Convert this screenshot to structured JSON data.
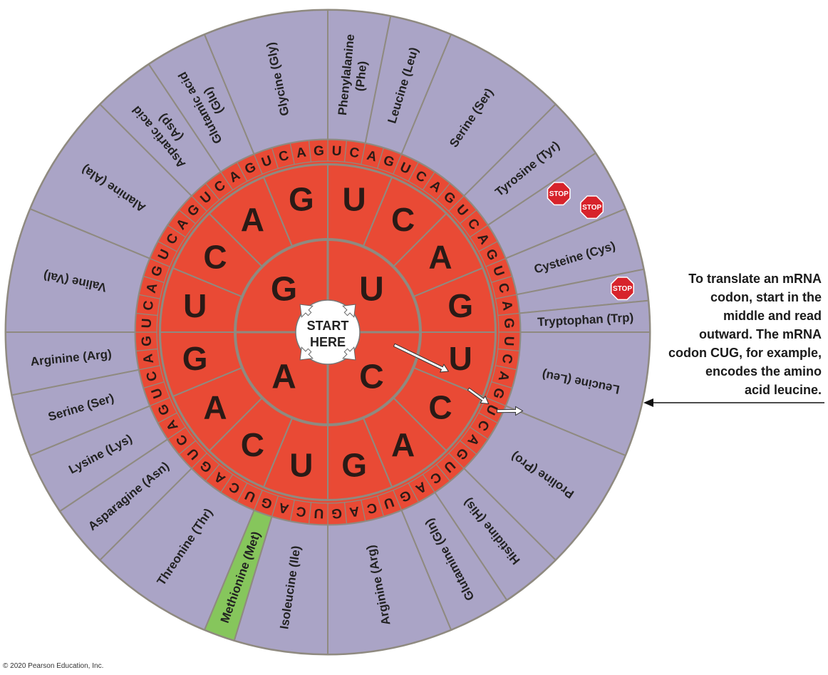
{
  "colors": {
    "outer_ring": "#aaa4c6",
    "ring_border": "#8f8a80",
    "inner_red": "#e94a35",
    "start_codon": "#86c65c",
    "stop_sign": "#d7232b",
    "arrow": "#ffffff"
  },
  "center": {
    "line1": "START",
    "line2": "HERE"
  },
  "first_base": [
    "U",
    "C",
    "A",
    "G"
  ],
  "second_base": [
    "U",
    "C",
    "A",
    "G"
  ],
  "third_base": [
    "U",
    "C",
    "A",
    "G"
  ],
  "amino_acids": [
    {
      "label": "Phenylalanine (Phe)",
      "lines": [
        "Phenylalanine",
        "(Phe)"
      ],
      "codons": 2
    },
    {
      "label": "Leucine (Leu)",
      "lines": [
        "Leucine (Leu)"
      ],
      "codons": 2
    },
    {
      "label": "Serine (Ser)",
      "lines": [
        "Serine (Ser)"
      ],
      "codons": 4
    },
    {
      "label": "Tyrosine (Tyr)",
      "lines": [
        "Tyrosine (Tyr)"
      ],
      "codons": 2
    },
    {
      "label": "Stop",
      "lines": [],
      "codons": 2,
      "stop": true
    },
    {
      "label": "Cysteine (Cys)",
      "lines": [
        "Cysteine (Cys)"
      ],
      "codons": 2
    },
    {
      "label": "Stop",
      "lines": [],
      "codons": 1,
      "stop": true
    },
    {
      "label": "Tryptophan (Trp)",
      "lines": [
        "Tryptophan (Trp)"
      ],
      "codons": 1
    },
    {
      "label": "Leucine (Leu)",
      "lines": [
        "Leucine (Leu)"
      ],
      "codons": 4
    },
    {
      "label": "Proline (Pro)",
      "lines": [
        "Proline (Pro)"
      ],
      "codons": 4
    },
    {
      "label": "Histidine (His)",
      "lines": [
        "Histidine (His)"
      ],
      "codons": 2
    },
    {
      "label": "Glutamine (Gln)",
      "lines": [
        "Glutamine (Gln)"
      ],
      "codons": 2
    },
    {
      "label": "Arginine (Arg)",
      "lines": [
        "Arginine (Arg)"
      ],
      "codons": 4
    },
    {
      "label": "Isoleucine (Ile)",
      "lines": [
        "Isoleucine (Ile)"
      ],
      "codons": 3
    },
    {
      "label": "Methionine (Met)",
      "lines": [
        "Methionine (Met)"
      ],
      "codons": 1,
      "start": true
    },
    {
      "label": "Threonine (Thr)",
      "lines": [
        "Threonine (Thr)"
      ],
      "codons": 4
    },
    {
      "label": "Asparagine (Asn)",
      "lines": [
        "Asparagine (Asn)"
      ],
      "codons": 2
    },
    {
      "label": "Lysine (Lys)",
      "lines": [
        "Lysine (Lys)"
      ],
      "codons": 2
    },
    {
      "label": "Serine (Ser)",
      "lines": [
        "Serine (Ser)"
      ],
      "codons": 2
    },
    {
      "label": "Arginine (Arg)",
      "lines": [
        "Arginine (Arg)"
      ],
      "codons": 2
    },
    {
      "label": "Valine (Val)",
      "lines": [
        "Valine (Val)"
      ],
      "codons": 4
    },
    {
      "label": "Alanine (Ala)",
      "lines": [
        "Alanine (Ala)"
      ],
      "codons": 4
    },
    {
      "label": "Aspartic acid (Asp)",
      "lines": [
        "Aspartic acid",
        "(Asp)"
      ],
      "codons": 2
    },
    {
      "label": "Glutamic acid (Glu)",
      "lines": [
        "Glutamic acid",
        "(Glu)"
      ],
      "codons": 2
    },
    {
      "label": "Glycine (Gly)",
      "lines": [
        "Glycine (Gly)"
      ],
      "codons": 4
    }
  ],
  "stop_sign_label": "STOP",
  "caption": "To translate an mRNA\ncodon, start in the\nmiddle and read\noutward. The mRNA\ncodon CUG, for example,\nencodes the amino\nacid leucine.",
  "example_codon": "CUG",
  "copyright": "© 2020 Pearson Education, Inc."
}
